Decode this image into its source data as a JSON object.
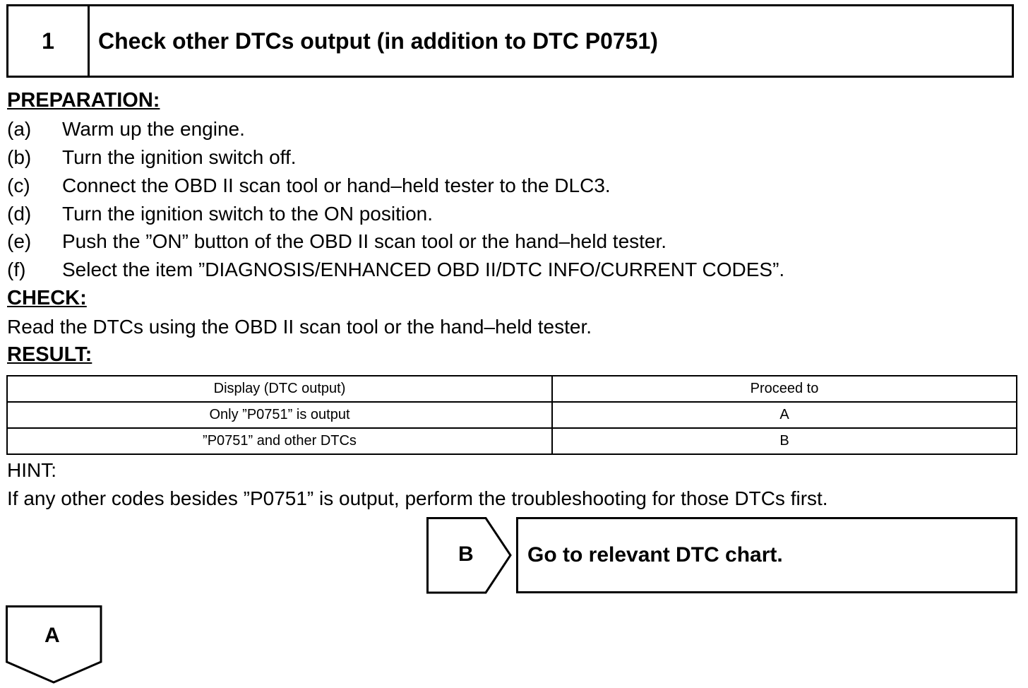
{
  "step": {
    "number": "1",
    "title": "Check other DTCs output (in addition to DTC P0751)"
  },
  "preparation": {
    "heading": "PREPARATION:",
    "items": [
      {
        "label": "(a)",
        "text": "Warm up the engine."
      },
      {
        "label": "(b)",
        "text": "Turn the ignition switch off."
      },
      {
        "label": "(c)",
        "text": "Connect the OBD II scan tool or hand–held tester to the DLC3."
      },
      {
        "label": "(d)",
        "text": "Turn the ignition switch to the ON position."
      },
      {
        "label": "(e)",
        "text": "Push the ”ON” button of the OBD II scan tool or the hand–held tester."
      },
      {
        "label": "(f)",
        "text": "Select the item ”DIAGNOSIS/ENHANCED OBD II/DTC INFO/CURRENT CODES”."
      }
    ]
  },
  "check": {
    "heading": "CHECK:",
    "text": "Read the DTCs using the OBD II scan tool or the hand–held tester."
  },
  "result": {
    "heading": "RESULT:",
    "columns": [
      "Display (DTC output)",
      "Proceed to"
    ],
    "rows": [
      [
        "Only ”P0751” is output",
        "A"
      ],
      [
        "”P0751” and other DTCs",
        "B"
      ]
    ]
  },
  "hint": {
    "heading": "HINT:",
    "text": "If any other codes besides ”P0751” is output, perform the troubleshooting for those DTCs first."
  },
  "branch_b": {
    "tag": "B",
    "action": "Go to relevant DTC chart."
  },
  "branch_a": {
    "tag": "A"
  }
}
